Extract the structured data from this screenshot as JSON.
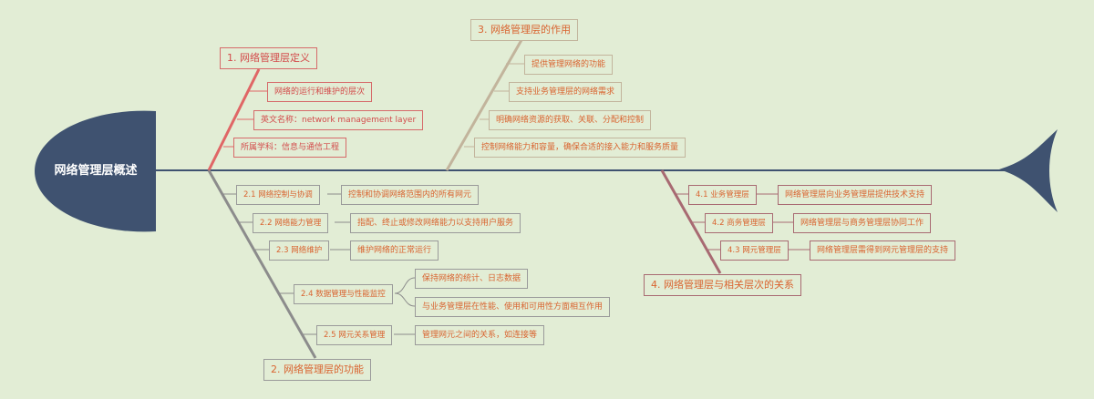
{
  "root": {
    "title": "网络管理层概述"
  },
  "branch1": {
    "title": "1. 网络管理层定义",
    "items": [
      "网络的运行和维护的层次",
      "英文名称：network management layer",
      "所属学科：信息与通信工程"
    ]
  },
  "branch3": {
    "title": "3. 网络管理层的作用",
    "items": [
      "提供管理网络的功能",
      "支持业务管理层的网络需求",
      "明确网络资源的获取、关联、分配和控制",
      "控制网络能力和容量，确保合适的接入能力和服务质量"
    ]
  },
  "branch2": {
    "title": "2. 网络管理层的功能",
    "subs": [
      {
        "label": "2.1 网络控制与协调",
        "details": [
          "控制和协调网络范围内的所有网元"
        ]
      },
      {
        "label": "2.2 网络能力管理",
        "details": [
          "指配、终止或修改网络能力以支持用户服务"
        ]
      },
      {
        "label": "2.3 网络维护",
        "details": [
          "维护网络的正常运行"
        ]
      },
      {
        "label": "2.4 数据管理与性能监控",
        "details": [
          "保持网络的统计、日志数据",
          "与业务管理层在性能、使用和可用性方面相互作用"
        ]
      },
      {
        "label": "2.5 网元关系管理",
        "details": [
          "管理网元之间的关系，如连接等"
        ]
      }
    ]
  },
  "branch4": {
    "title": "4. 网络管理层与相关层次的关系",
    "subs": [
      {
        "label": "4.1 业务管理层",
        "detail": "网络管理层向业务管理层提供技术支持"
      },
      {
        "label": "4.2 商务管理层",
        "detail": "网络管理层与商务管理层协同工作"
      },
      {
        "label": "4.3 网元管理层",
        "detail": "网络管理层需得到网元管理层的支持"
      }
    ]
  },
  "colors": {
    "background": "#e2edd5",
    "spine": "#3f5270",
    "branch1": "#e06666",
    "branch2": "#8c8c8c",
    "branch3": "#c2b49c",
    "branch4": "#a86a72",
    "text": "#d9632f"
  }
}
